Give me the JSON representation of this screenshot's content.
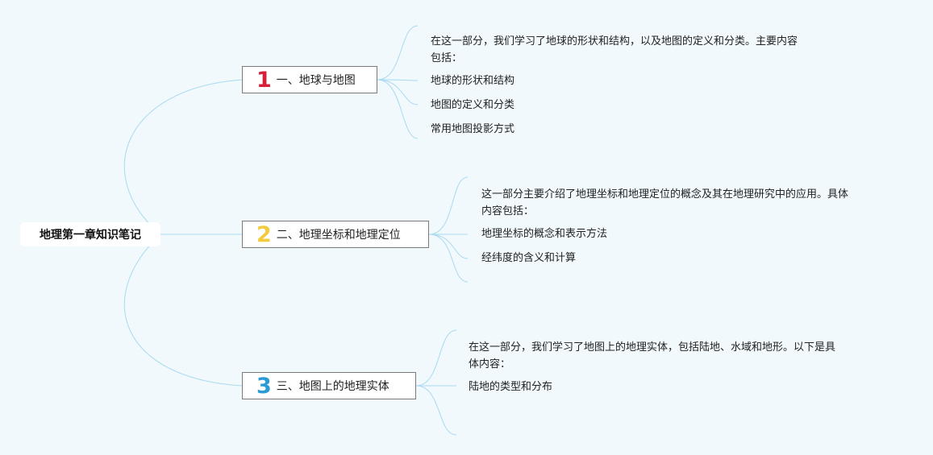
{
  "root": {
    "label": "地理第一章知识笔记"
  },
  "branches": [
    {
      "badge": "1",
      "badge_color": "#d81f3a",
      "label": "一、地球与地图",
      "intro_line1": "在这一部分，我们学习了地球的形状和结构，以及地图的定义和分类。主要内容",
      "intro_line2": "包括：",
      "items": [
        "地球的形状和结构",
        "地图的定义和分类",
        "常用地图投影方式"
      ]
    },
    {
      "badge": "2",
      "badge_color": "#f2cc3c",
      "label": "二、地理坐标和地理定位",
      "intro_line1": "这一部分主要介绍了地理坐标和地理定位的概念及其在地理研究中的应用。具体",
      "intro_line2": "内容包括：",
      "items": [
        "地理坐标的概念和表示方法",
        "经纬度的含义和计算"
      ]
    },
    {
      "badge": "3",
      "badge_color": "#2b9bd8",
      "label": "三、地图上的地理实体",
      "intro_line1": "在这一部分，我们学习了地图上的地理实体，包括陆地、水域和地形。以下是具",
      "intro_line2": "体内容：",
      "items": [
        "陆地的类型和分布"
      ]
    }
  ],
  "colors": {
    "background": "#f1f9fc",
    "connector": "#a9daf0",
    "topic_border": "#7a7a7a"
  }
}
